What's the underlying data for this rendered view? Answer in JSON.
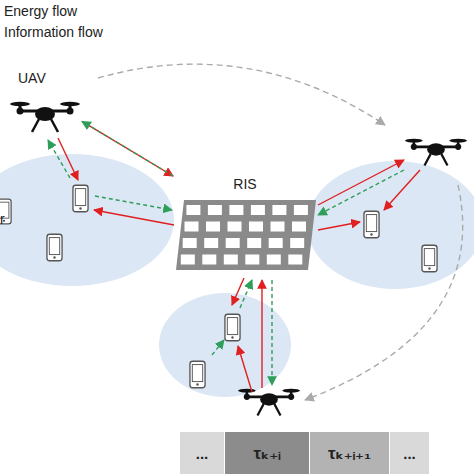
{
  "diagram": {
    "nodes": [
      {
        "text": [
          "UAV"
        ]
      },
      {
        "text": [
          "RIS"
        ]
      },
      {
        "text": [
          "..."
        ]
      },
      {
        "text": [
          "τₖ₊ᵢ"
        ]
      },
      {
        "text": [
          "τₖ₊ᵢ₊₁"
        ]
      },
      {
        "text": [
          "..."
        ]
      }
    ],
    "edges": [
      {
        "from": 0,
        "to": 1,
        "arrow": "to"
      },
      {
        "from": 1,
        "to": 0,
        "arrow": "to"
      }
    ],
    "labels": [
      "r"
    ],
    "legend": [
      {
        "text": "Energy flow"
      },
      {
        "text": "Information flow"
      }
    ]
  }
}
